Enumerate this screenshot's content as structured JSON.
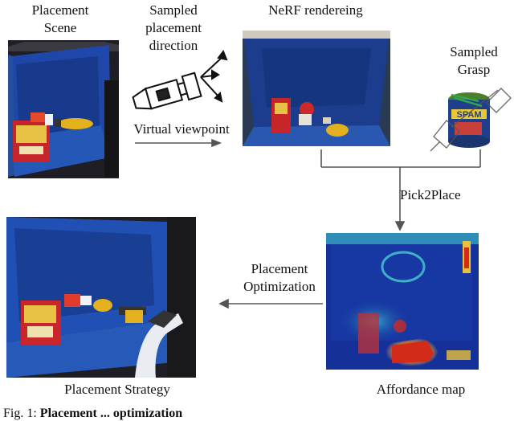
{
  "labels": {
    "placement_scene": [
      "Placement",
      "Scene"
    ],
    "sampled_direction": [
      "Sampled",
      "placement",
      "direction"
    ],
    "virtual_viewpoint": "Virtual viewpoint",
    "nerf": "NeRF rendereing",
    "sampled_grasp": [
      "Sampled",
      "Grasp"
    ],
    "pick2place": "Pick2Place",
    "placement_optimization": [
      "Placement",
      "Optimization"
    ],
    "placement_strategy": "Placement Strategy",
    "affordance_map": "Affordance map"
  },
  "caption": {
    "prefix": "Fig. 1:",
    "bold": "Placement ... optimization"
  },
  "colors": {
    "arrow": "#555555",
    "shelf_blue": "#1d3f9c",
    "heat_red": "#d42a1a",
    "heat_yellow": "#e8c23a"
  }
}
